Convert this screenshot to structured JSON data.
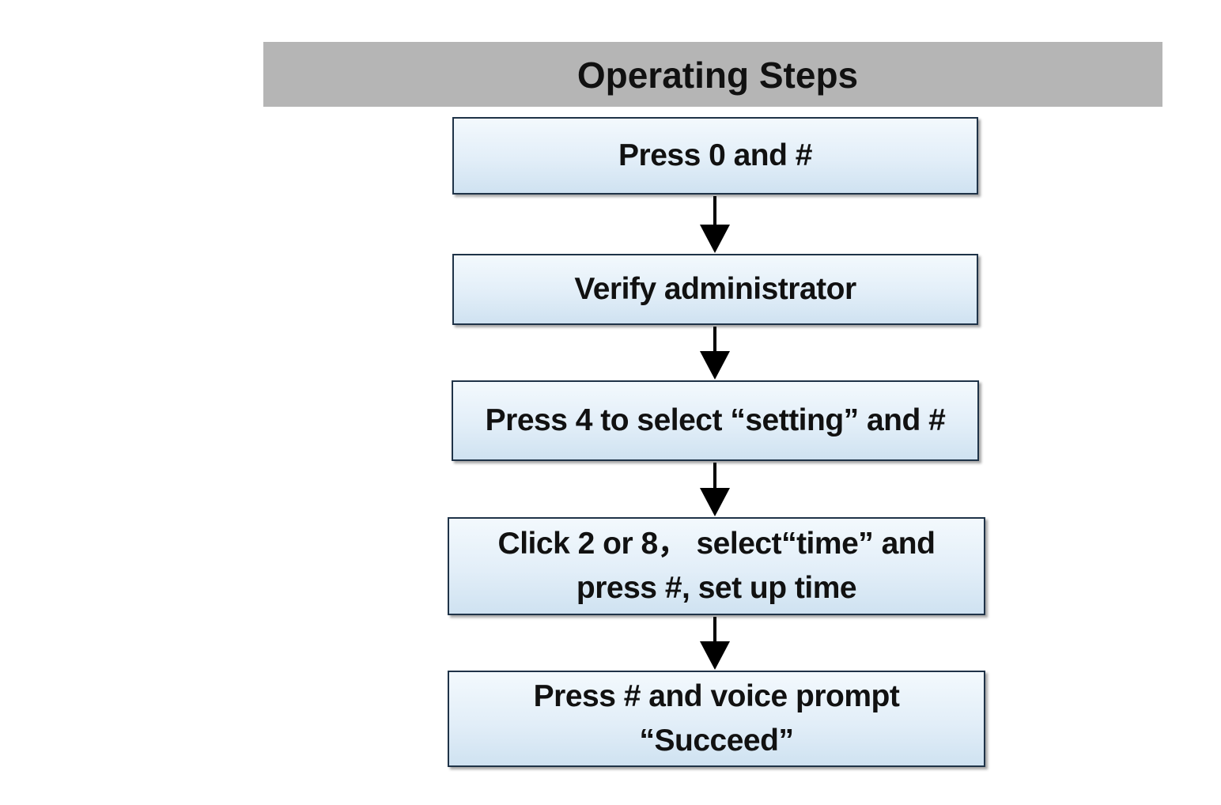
{
  "header": {
    "title": "Operating Steps"
  },
  "steps": [
    {
      "label": "Press 0 and #"
    },
    {
      "label": "Verify administrator"
    },
    {
      "label": "Press 4 to select “setting” and #"
    },
    {
      "label": "Click 2 or 8， select“time” and\npress #, set up time"
    },
    {
      "label": "Press # and voice prompt\n“Succeed”"
    }
  ],
  "colors": {
    "header_background": "#b5b5b5",
    "box_border": "#1f3348",
    "box_fill_top": "#f3f9fd",
    "box_fill_bottom": "#cfe2f1",
    "arrow": "#000000"
  }
}
